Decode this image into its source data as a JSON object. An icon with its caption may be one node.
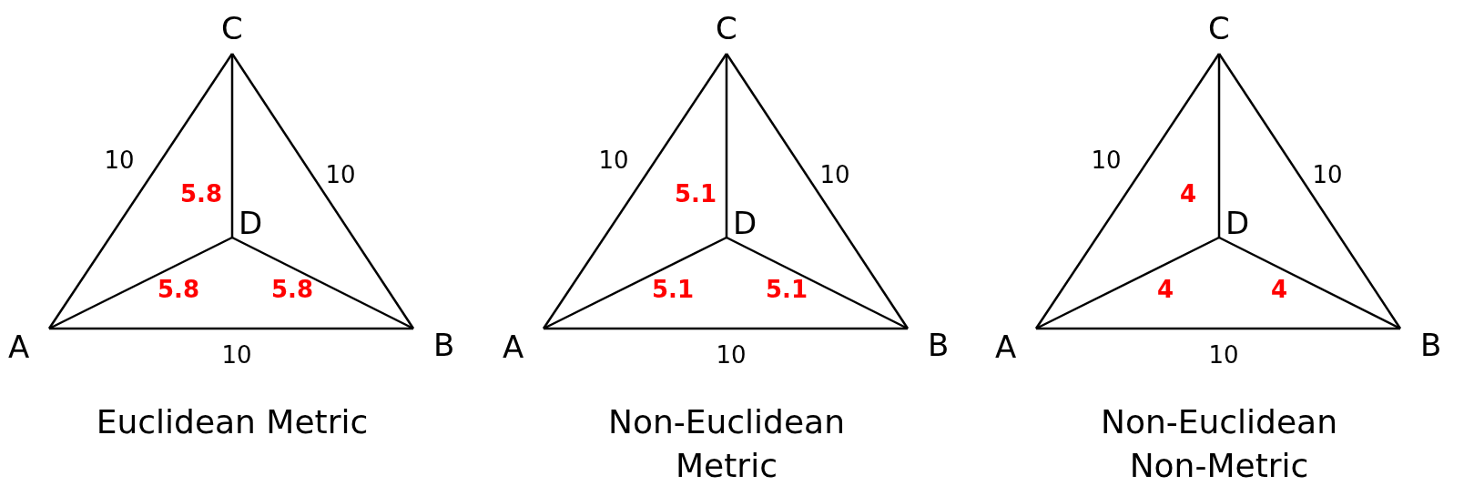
{
  "diagram": {
    "nodes": [
      {
        "text": [
          "A"
        ]
      },
      {
        "text": [
          "B"
        ]
      },
      {
        "text": [
          "C"
        ]
      },
      {
        "text": [
          "D"
        ]
      },
      {
        "text": [
          "A"
        ]
      },
      {
        "text": [
          "B"
        ]
      },
      {
        "text": [
          "C"
        ]
      },
      {
        "text": [
          "D"
        ]
      },
      {
        "text": [
          "A"
        ]
      },
      {
        "text": [
          "B"
        ]
      },
      {
        "text": [
          "C"
        ]
      },
      {
        "text": [
          "D"
        ]
      }
    ],
    "edges": [
      {
        "from": 0,
        "to": 2,
        "arrow": "none",
        "label": "10"
      },
      {
        "from": 2,
        "to": 1,
        "arrow": "none",
        "label": "10"
      },
      {
        "from": 0,
        "to": 1,
        "arrow": "none",
        "label": "10"
      },
      {
        "from": 2,
        "to": 3,
        "arrow": "none",
        "label": "5.8"
      },
      {
        "from": 0,
        "to": 3,
        "arrow": "none",
        "label": "5.8"
      },
      {
        "from": 1,
        "to": 3,
        "arrow": "none",
        "label": "5.8"
      },
      {
        "from": 4,
        "to": 6,
        "arrow": "none",
        "label": "10"
      },
      {
        "from": 6,
        "to": 5,
        "arrow": "none",
        "label": "10"
      },
      {
        "from": 4,
        "to": 5,
        "arrow": "none",
        "label": "10"
      },
      {
        "from": 6,
        "to": 7,
        "arrow": "none",
        "label": "5.1"
      },
      {
        "from": 4,
        "to": 7,
        "arrow": "none",
        "label": "5.1"
      },
      {
        "from": 5,
        "to": 7,
        "arrow": "none",
        "label": "5.1"
      },
      {
        "from": 8,
        "to": 10,
        "arrow": "none",
        "label": "10"
      },
      {
        "from": 10,
        "to": 9,
        "arrow": "none",
        "label": "10"
      },
      {
        "from": 8,
        "to": 9,
        "arrow": "none",
        "label": "10"
      },
      {
        "from": 10,
        "to": 11,
        "arrow": "none",
        "label": "4"
      },
      {
        "from": 8,
        "to": 11,
        "arrow": "none",
        "label": "4"
      },
      {
        "from": 9,
        "to": 11,
        "arrow": "none",
        "label": "4"
      }
    ],
    "labels": [
      "Euclidean Metric",
      "Non-Euclidean Metric",
      "Non-Euclidean Non-Metric"
    ]
  }
}
